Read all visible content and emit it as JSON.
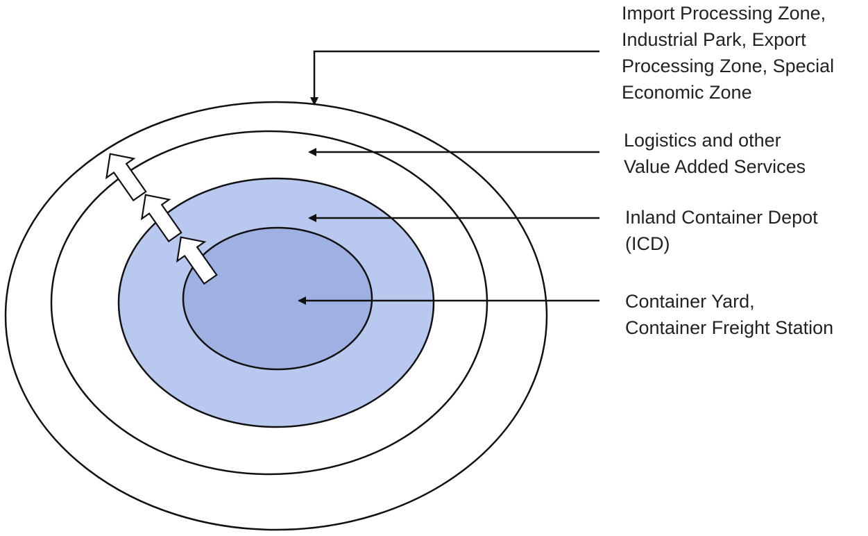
{
  "colors": {
    "outline": "#111111",
    "icd_fill": "#b8c8ee",
    "container_yard_fill": "#9fb1e3",
    "text": "#222222",
    "background": "#ffffff"
  },
  "rings": [
    {
      "id": "outer",
      "name": "Import Processing Zone / Industrial Park / Export Processing Zone / Special Economic Zone ring"
    },
    {
      "id": "logistics",
      "name": "Logistics ring"
    },
    {
      "id": "icd",
      "name": "Inland Container Depot ring"
    },
    {
      "id": "core",
      "name": "Container Yard core"
    }
  ],
  "labels": {
    "zones": {
      "line1": "Import Processing Zone,",
      "line2": "Industrial Park, Export",
      "line3": "Processing Zone, Special",
      "line4": "Economic Zone"
    },
    "logistics": {
      "line1": "Logistics and other",
      "line2": "Value Added Services"
    },
    "icd": {
      "line1": "Inland Container Depot",
      "line2": "(ICD)"
    },
    "container_yard": {
      "line1": "Container Yard,",
      "line2": "Container Freight Station"
    }
  }
}
